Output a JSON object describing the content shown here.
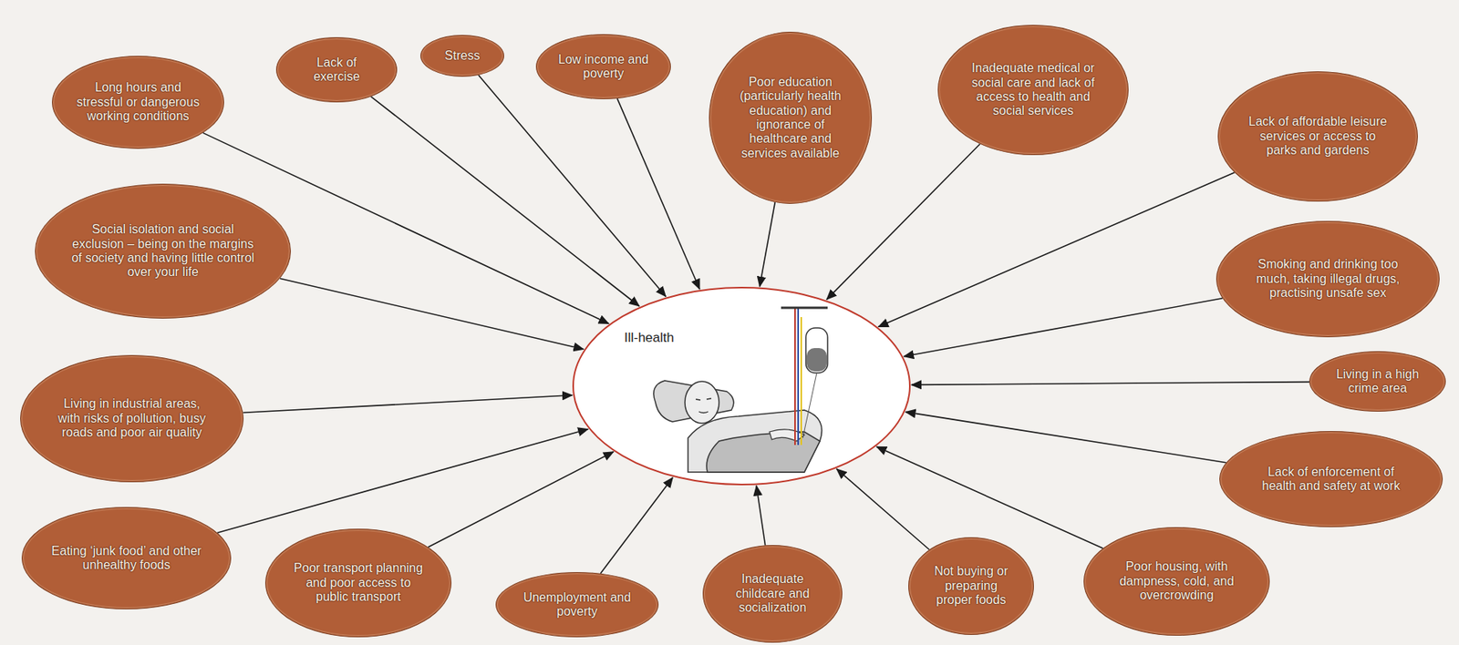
{
  "diagram": {
    "nodes": [
      {
        "text": [
          "Ill-health"
        ]
      },
      {
        "text": [
          "Long hours and stressful or dangerous working conditions"
        ]
      },
      {
        "text": [
          "Lack of exercise"
        ]
      },
      {
        "text": [
          "Stress"
        ]
      },
      {
        "text": [
          "Low income and poverty"
        ]
      },
      {
        "text": [
          "Poor education (particularly health education) and ignorance of healthcare and services available"
        ]
      },
      {
        "text": [
          "Inadequate medical or social care and lack of access to health and social services"
        ]
      },
      {
        "text": [
          "Lack of affordable leisure services or access to parks and gardens"
        ]
      },
      {
        "text": [
          "Social isolation and social exclusion – being on the margins of society and having little control over your life"
        ]
      },
      {
        "text": [
          "Smoking and drinking too much, taking illegal drugs, practising unsafe sex"
        ]
      },
      {
        "text": [
          "Living in industrial areas, with risks of pollution, busy roads and poor air quality"
        ]
      },
      {
        "text": [
          "Living in a high crime area"
        ]
      },
      {
        "text": [
          "Lack of enforcement of health and safety at work"
        ]
      },
      {
        "text": [
          "Eating ‘junk food’ and other unhealthy foods"
        ]
      },
      {
        "text": [
          "Poor transport planning and poor access to public transport"
        ]
      },
      {
        "text": [
          "Unemployment and poverty"
        ]
      },
      {
        "text": [
          "Inadequate childcare and socialization"
        ]
      },
      {
        "text": [
          "Not buying or preparing proper foods"
        ]
      },
      {
        "text": [
          "Poor housing, with dampness, cold, and overcrowding"
        ]
      }
    ],
    "edges": [
      {
        "from": 1,
        "to": 0,
        "arrow": "to"
      },
      {
        "from": 2,
        "to": 0,
        "arrow": "to"
      },
      {
        "from": 3,
        "to": 0,
        "arrow": "to"
      },
      {
        "from": 4,
        "to": 0,
        "arrow": "to"
      },
      {
        "from": 5,
        "to": 0,
        "arrow": "to"
      },
      {
        "from": 6,
        "to": 0,
        "arrow": "to"
      },
      {
        "from": 7,
        "to": 0,
        "arrow": "to"
      },
      {
        "from": 8,
        "to": 0,
        "arrow": "to"
      },
      {
        "from": 9,
        "to": 0,
        "arrow": "to"
      },
      {
        "from": 10,
        "to": 0,
        "arrow": "to"
      },
      {
        "from": 11,
        "to": 0,
        "arrow": "to"
      },
      {
        "from": 12,
        "to": 0,
        "arrow": "to"
      },
      {
        "from": 13,
        "to": 0,
        "arrow": "to"
      },
      {
        "from": 14,
        "to": 0,
        "arrow": "to"
      },
      {
        "from": 15,
        "to": 0,
        "arrow": "to"
      },
      {
        "from": 16,
        "to": 0,
        "arrow": "to"
      },
      {
        "from": 17,
        "to": 0,
        "arrow": "to"
      },
      {
        "from": 18,
        "to": 0,
        "arrow": "to"
      }
    ]
  }
}
